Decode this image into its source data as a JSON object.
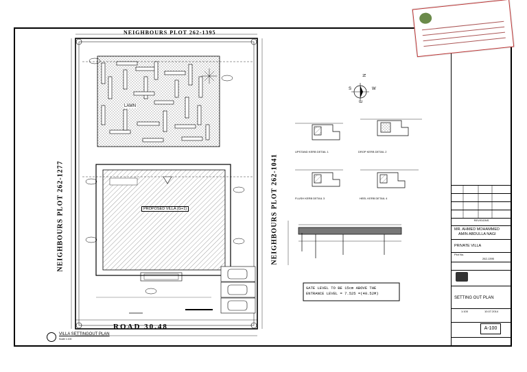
{
  "drawing": {
    "top_label": "NEIGHBOURS PLOT 262-1395",
    "left_label": "NEIGHBOURS PLOT 262-1277",
    "right_label": "NEIGHBOURS PLOT 262-1041",
    "bottom_label": "ROAD 30.48",
    "lawn_label": "LAWN",
    "villa_label": "PROPOSED VILLA (G+1)",
    "plan_title": "VILLA SETTINGOUT PLAN",
    "plan_scale": "Scale 1:100",
    "note_line1": "GATE LEVEL TO BE 15cm ABOVE THE",
    "note_line2": "ENTRANCE LEVEL = 7.525 =(40.52M)",
    "details": {
      "d1": "UPSTAND KERB DETAIL",
      "d2": "DROP KERB DETAIL",
      "d3": "FLUSH KERB DETAIL",
      "d4": "HEEL KERB DETAIL",
      "n1": "1",
      "n2": "2",
      "n3": "3",
      "n4": "4"
    },
    "compass": {
      "n": "N",
      "s": "S",
      "e": "E",
      "w": "W"
    }
  },
  "title_block": {
    "owner_line1": "MR. AHMED MOHAMMED",
    "owner_line2": "AMIN ABDULLA NAGI",
    "project": "PRIVATE VILLA",
    "drawing_title": "SETTING OUT PLAN",
    "drawing_no": "A-100",
    "revisions_label": "REVISIONS",
    "plot_label": "Plot No.",
    "plot_value": "262-1395",
    "date_value": "10.07.2014",
    "scale_value": "1:100"
  },
  "colors": {
    "line": "#000000",
    "stamp_red": "#c22222",
    "hatch": "#777777"
  }
}
